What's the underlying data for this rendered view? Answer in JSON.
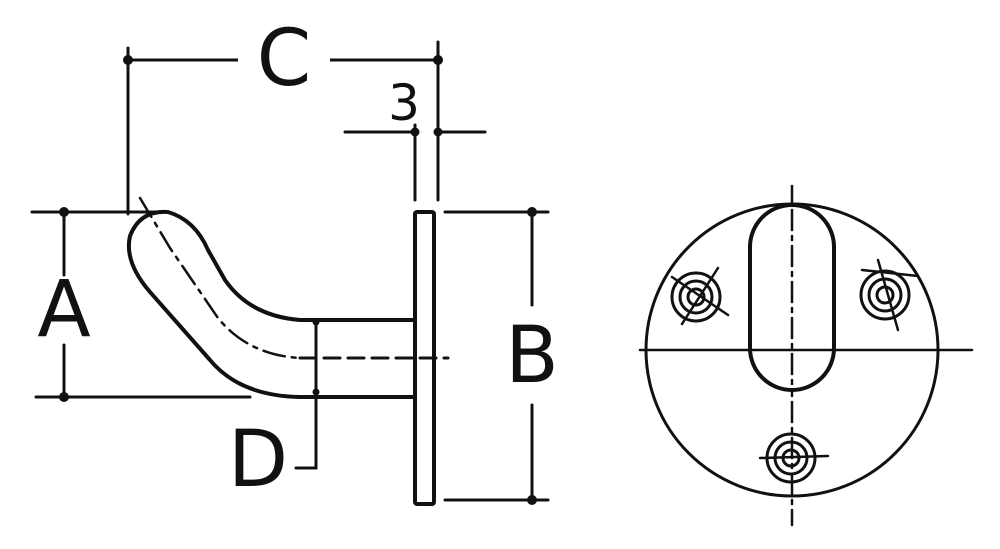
{
  "labels": {
    "a": "A",
    "b": "B",
    "c": "C",
    "d": "D",
    "thickness": "3"
  },
  "colors": {
    "ink": "#111111",
    "background": "#ffffff"
  }
}
